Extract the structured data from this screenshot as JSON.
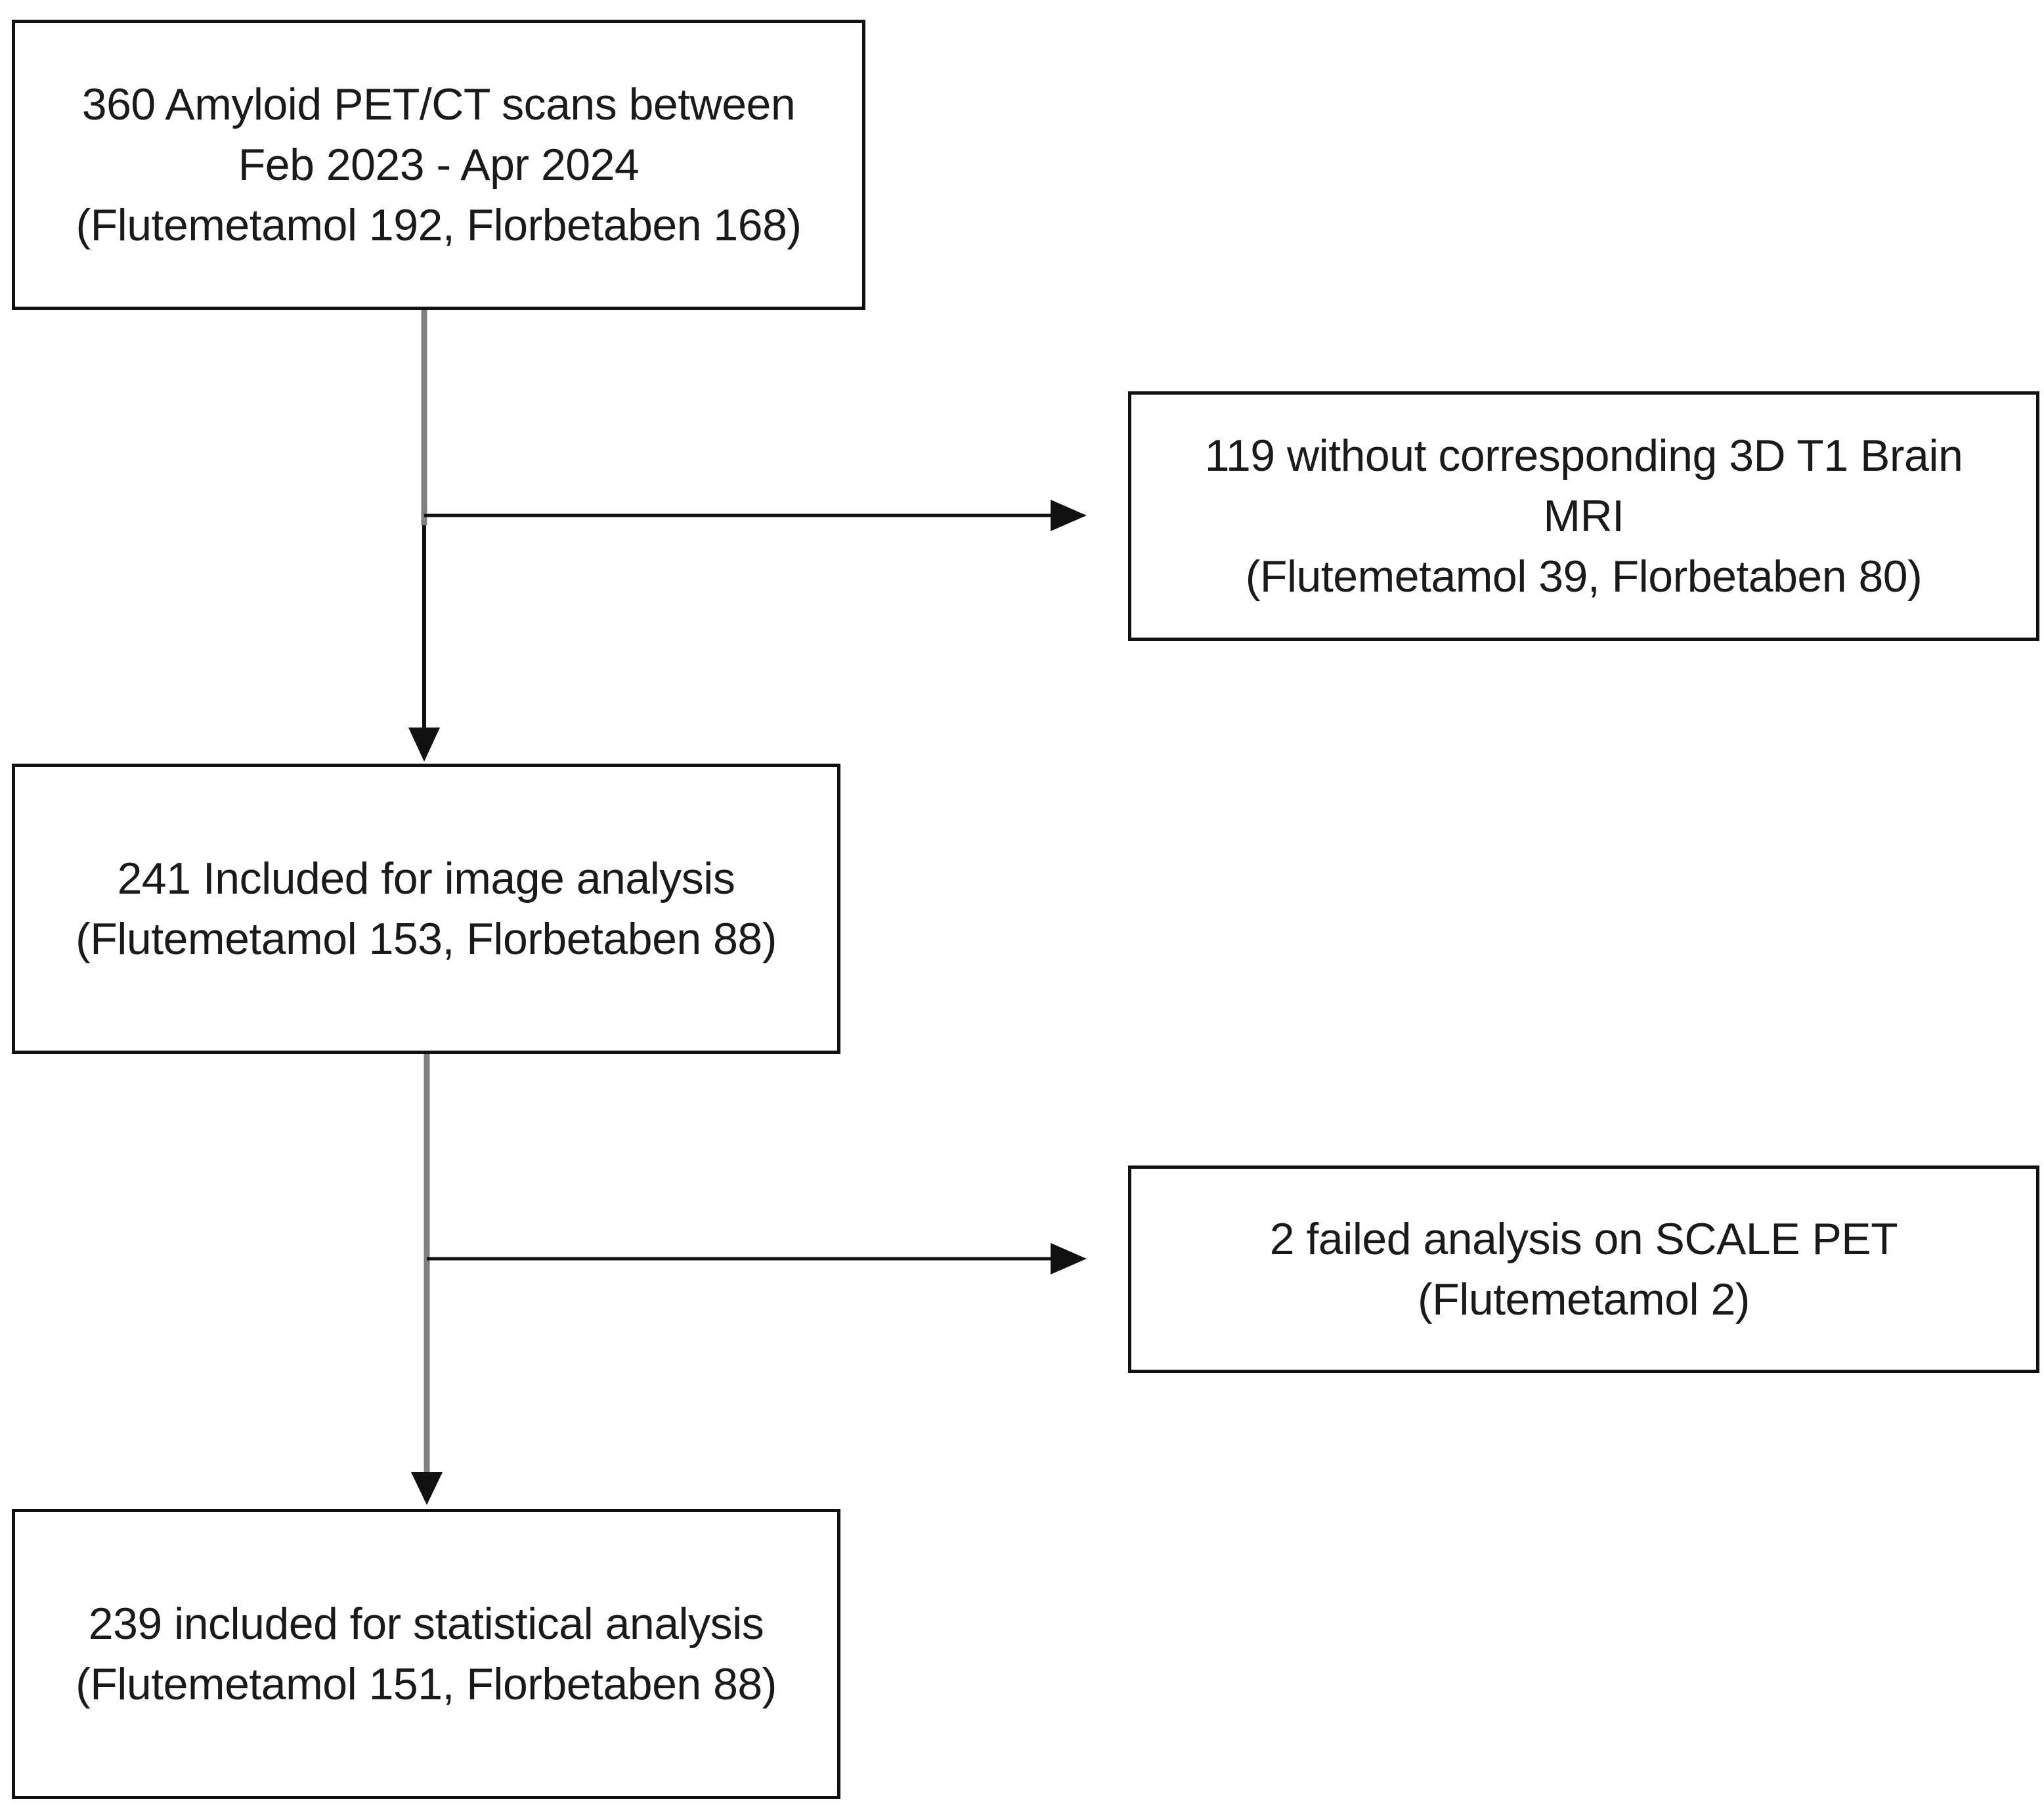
{
  "flowchart": {
    "boxes": [
      {
        "id": "screened",
        "lines": [
          "360 Amyloid PET/CT scans between",
          "Feb 2023 - Apr 2024",
          "(Flutemetamol 192, Florbetaben 168)"
        ]
      },
      {
        "id": "excluded_mri",
        "lines": [
          "119 without corresponding 3D T1 Brain",
          "MRI",
          "(Flutemetamol 39, Florbetaben 80)"
        ]
      },
      {
        "id": "included_image_analysis",
        "lines": [
          "241 Included for image analysis",
          "(Flutemetamol 153, Florbetaben 88)"
        ]
      },
      {
        "id": "failed_analysis",
        "lines": [
          "2 failed analysis on SCALE PET",
          "(Flutemetamol 2)"
        ]
      },
      {
        "id": "included_statistical_analysis",
        "lines": [
          "239 included for statistical analysis",
          "(Flutemetamol 151, Florbetaben 88)"
        ]
      }
    ],
    "colors": {
      "box_border": "#111111",
      "main_flow_line": "#808080",
      "arrow": "#111111",
      "background": "#ffffff",
      "text": "#1a1a1a"
    }
  }
}
